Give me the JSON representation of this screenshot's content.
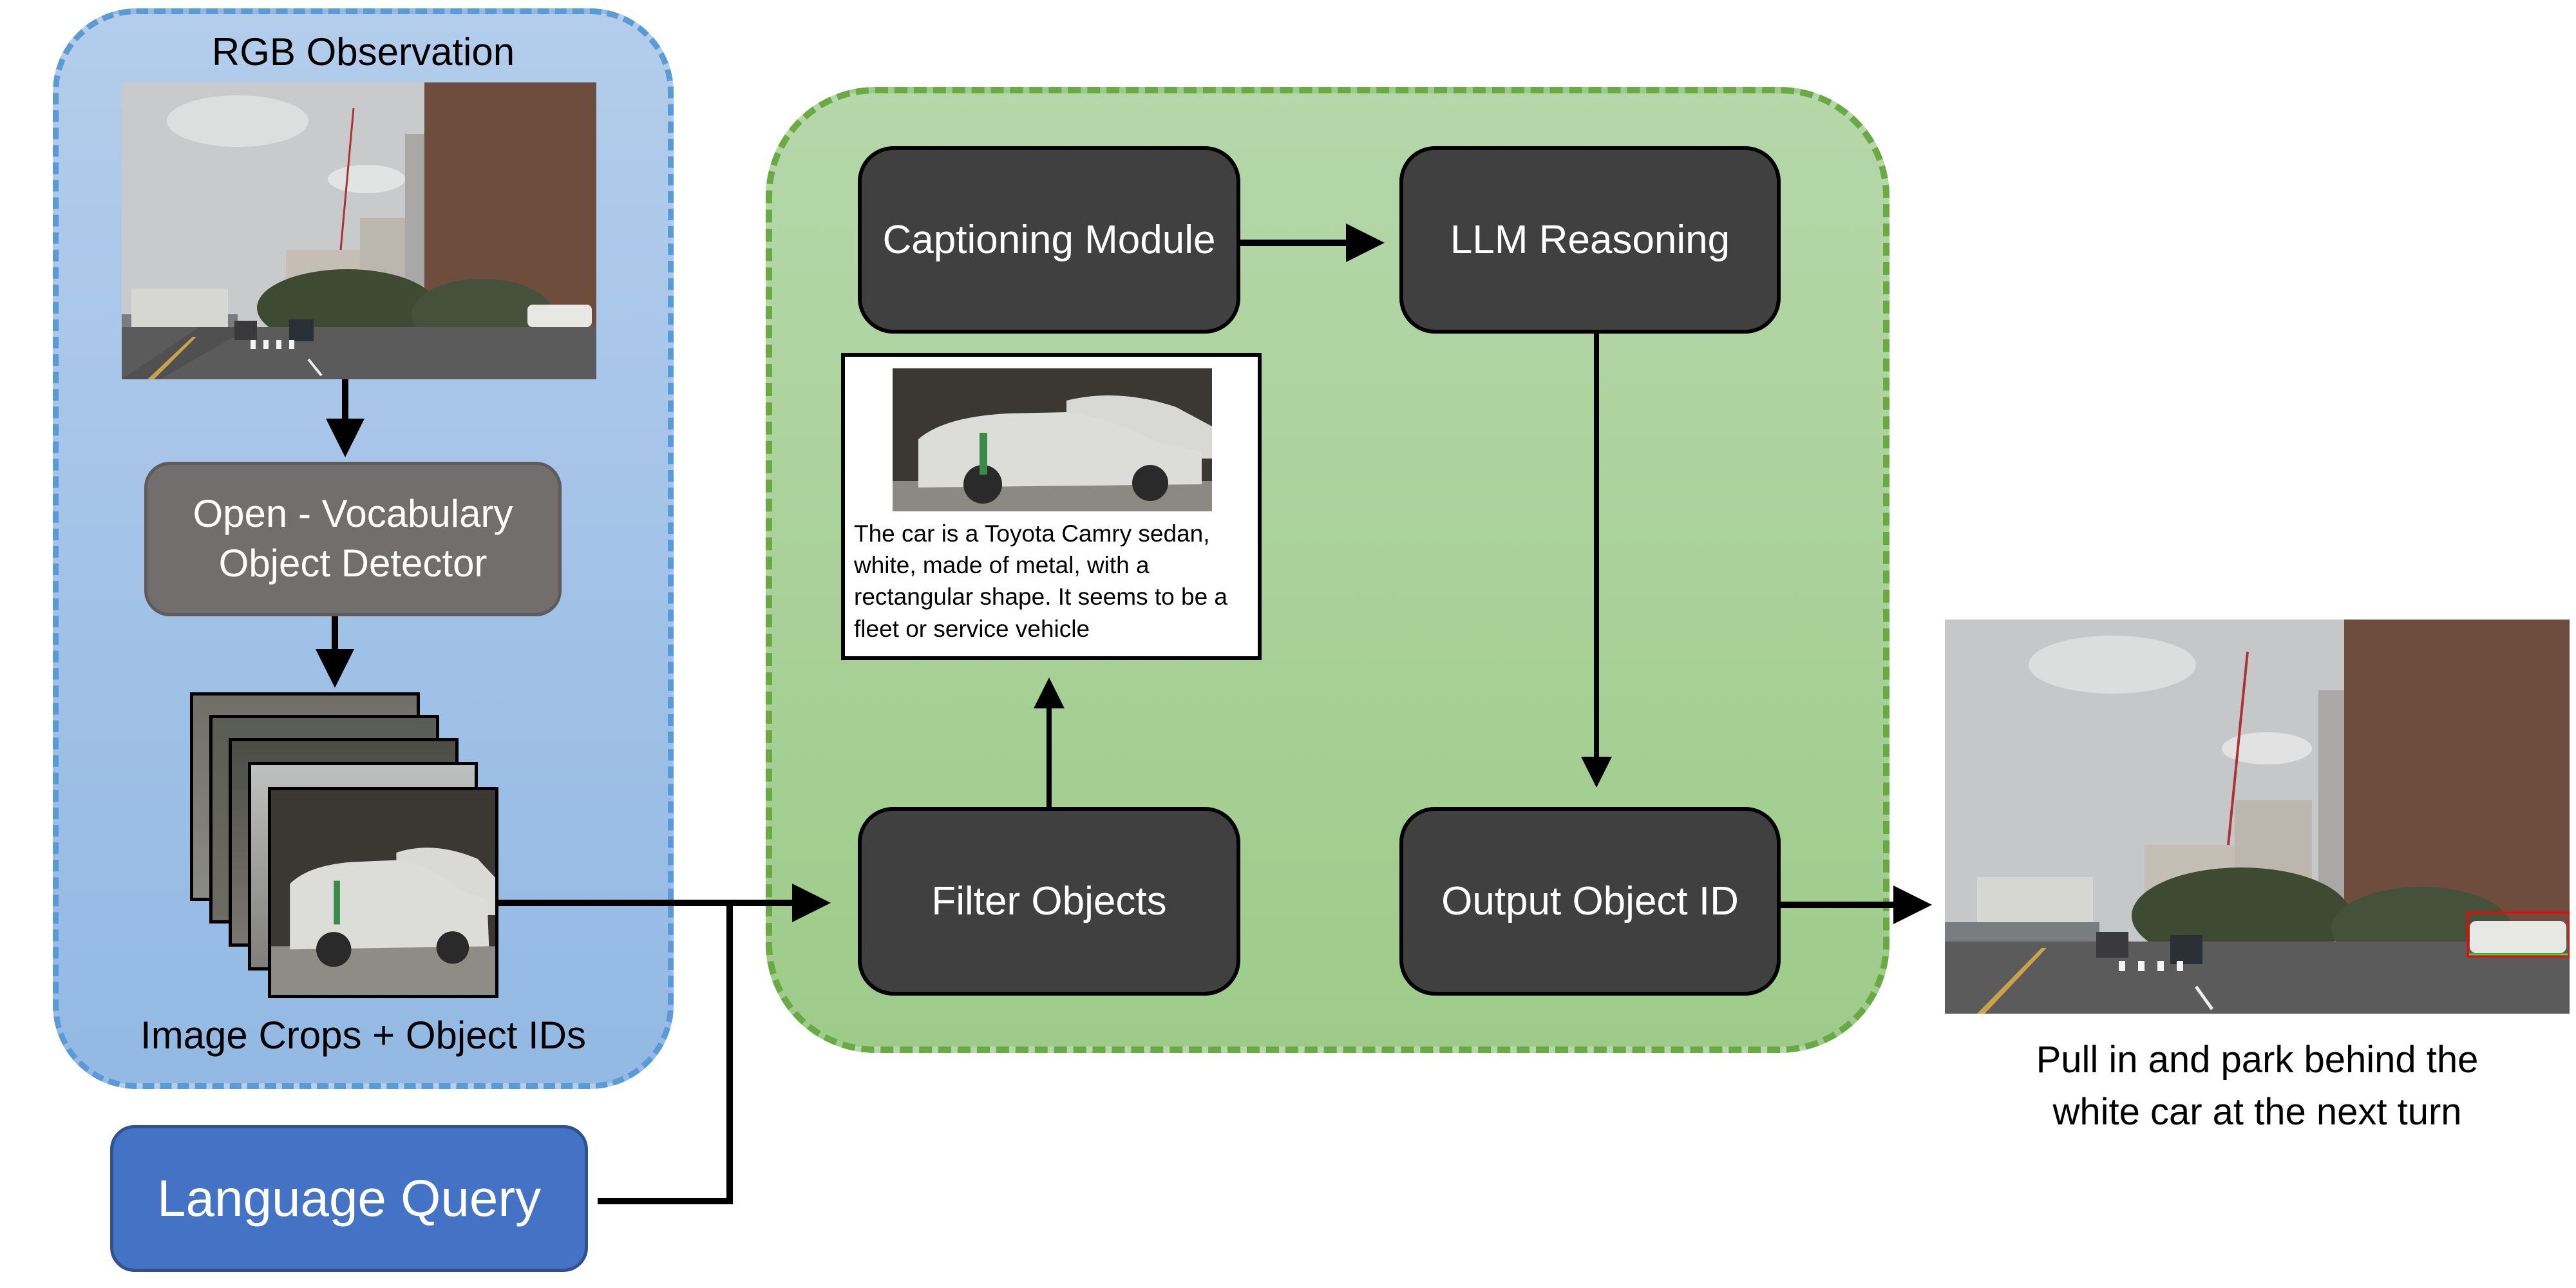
{
  "perception_panel": {
    "title": "RGB Observation",
    "image_label": "street-scene-photo",
    "detector_label_line1": "Open - Vocabulary",
    "detector_label_line2": "Object Detector",
    "crops_label": "Image Crops + Object IDs",
    "crop_count": 5
  },
  "language_query": {
    "label": "Language Query"
  },
  "reasoning_panel": {
    "captioning_label": "Captioning Module",
    "llm_label": "LLM Reasoning",
    "filter_label": "Filter Objects",
    "output_label": "Output Object ID",
    "caption_example": "The car is a Toyota Camry sedan, white, made of metal, with a rectangular shape. It seems to be a fleet or service vehicle"
  },
  "result": {
    "image_label": "street-scene-with-detection",
    "instruction_line1": "Pull in and park behind the",
    "instruction_line2": "white car at the next turn",
    "detection_box_color": "#ff0000",
    "detection_underline_color": "#33dd33"
  },
  "colors": {
    "perception_fill": "#a8c6e8",
    "perception_border": "#5b9bd5",
    "reasoning_fill": "#a9d19a",
    "reasoning_border": "#6aaa45",
    "module_fill": "#404040",
    "detector_fill": "#716e6d",
    "query_fill": "#4472c4"
  }
}
